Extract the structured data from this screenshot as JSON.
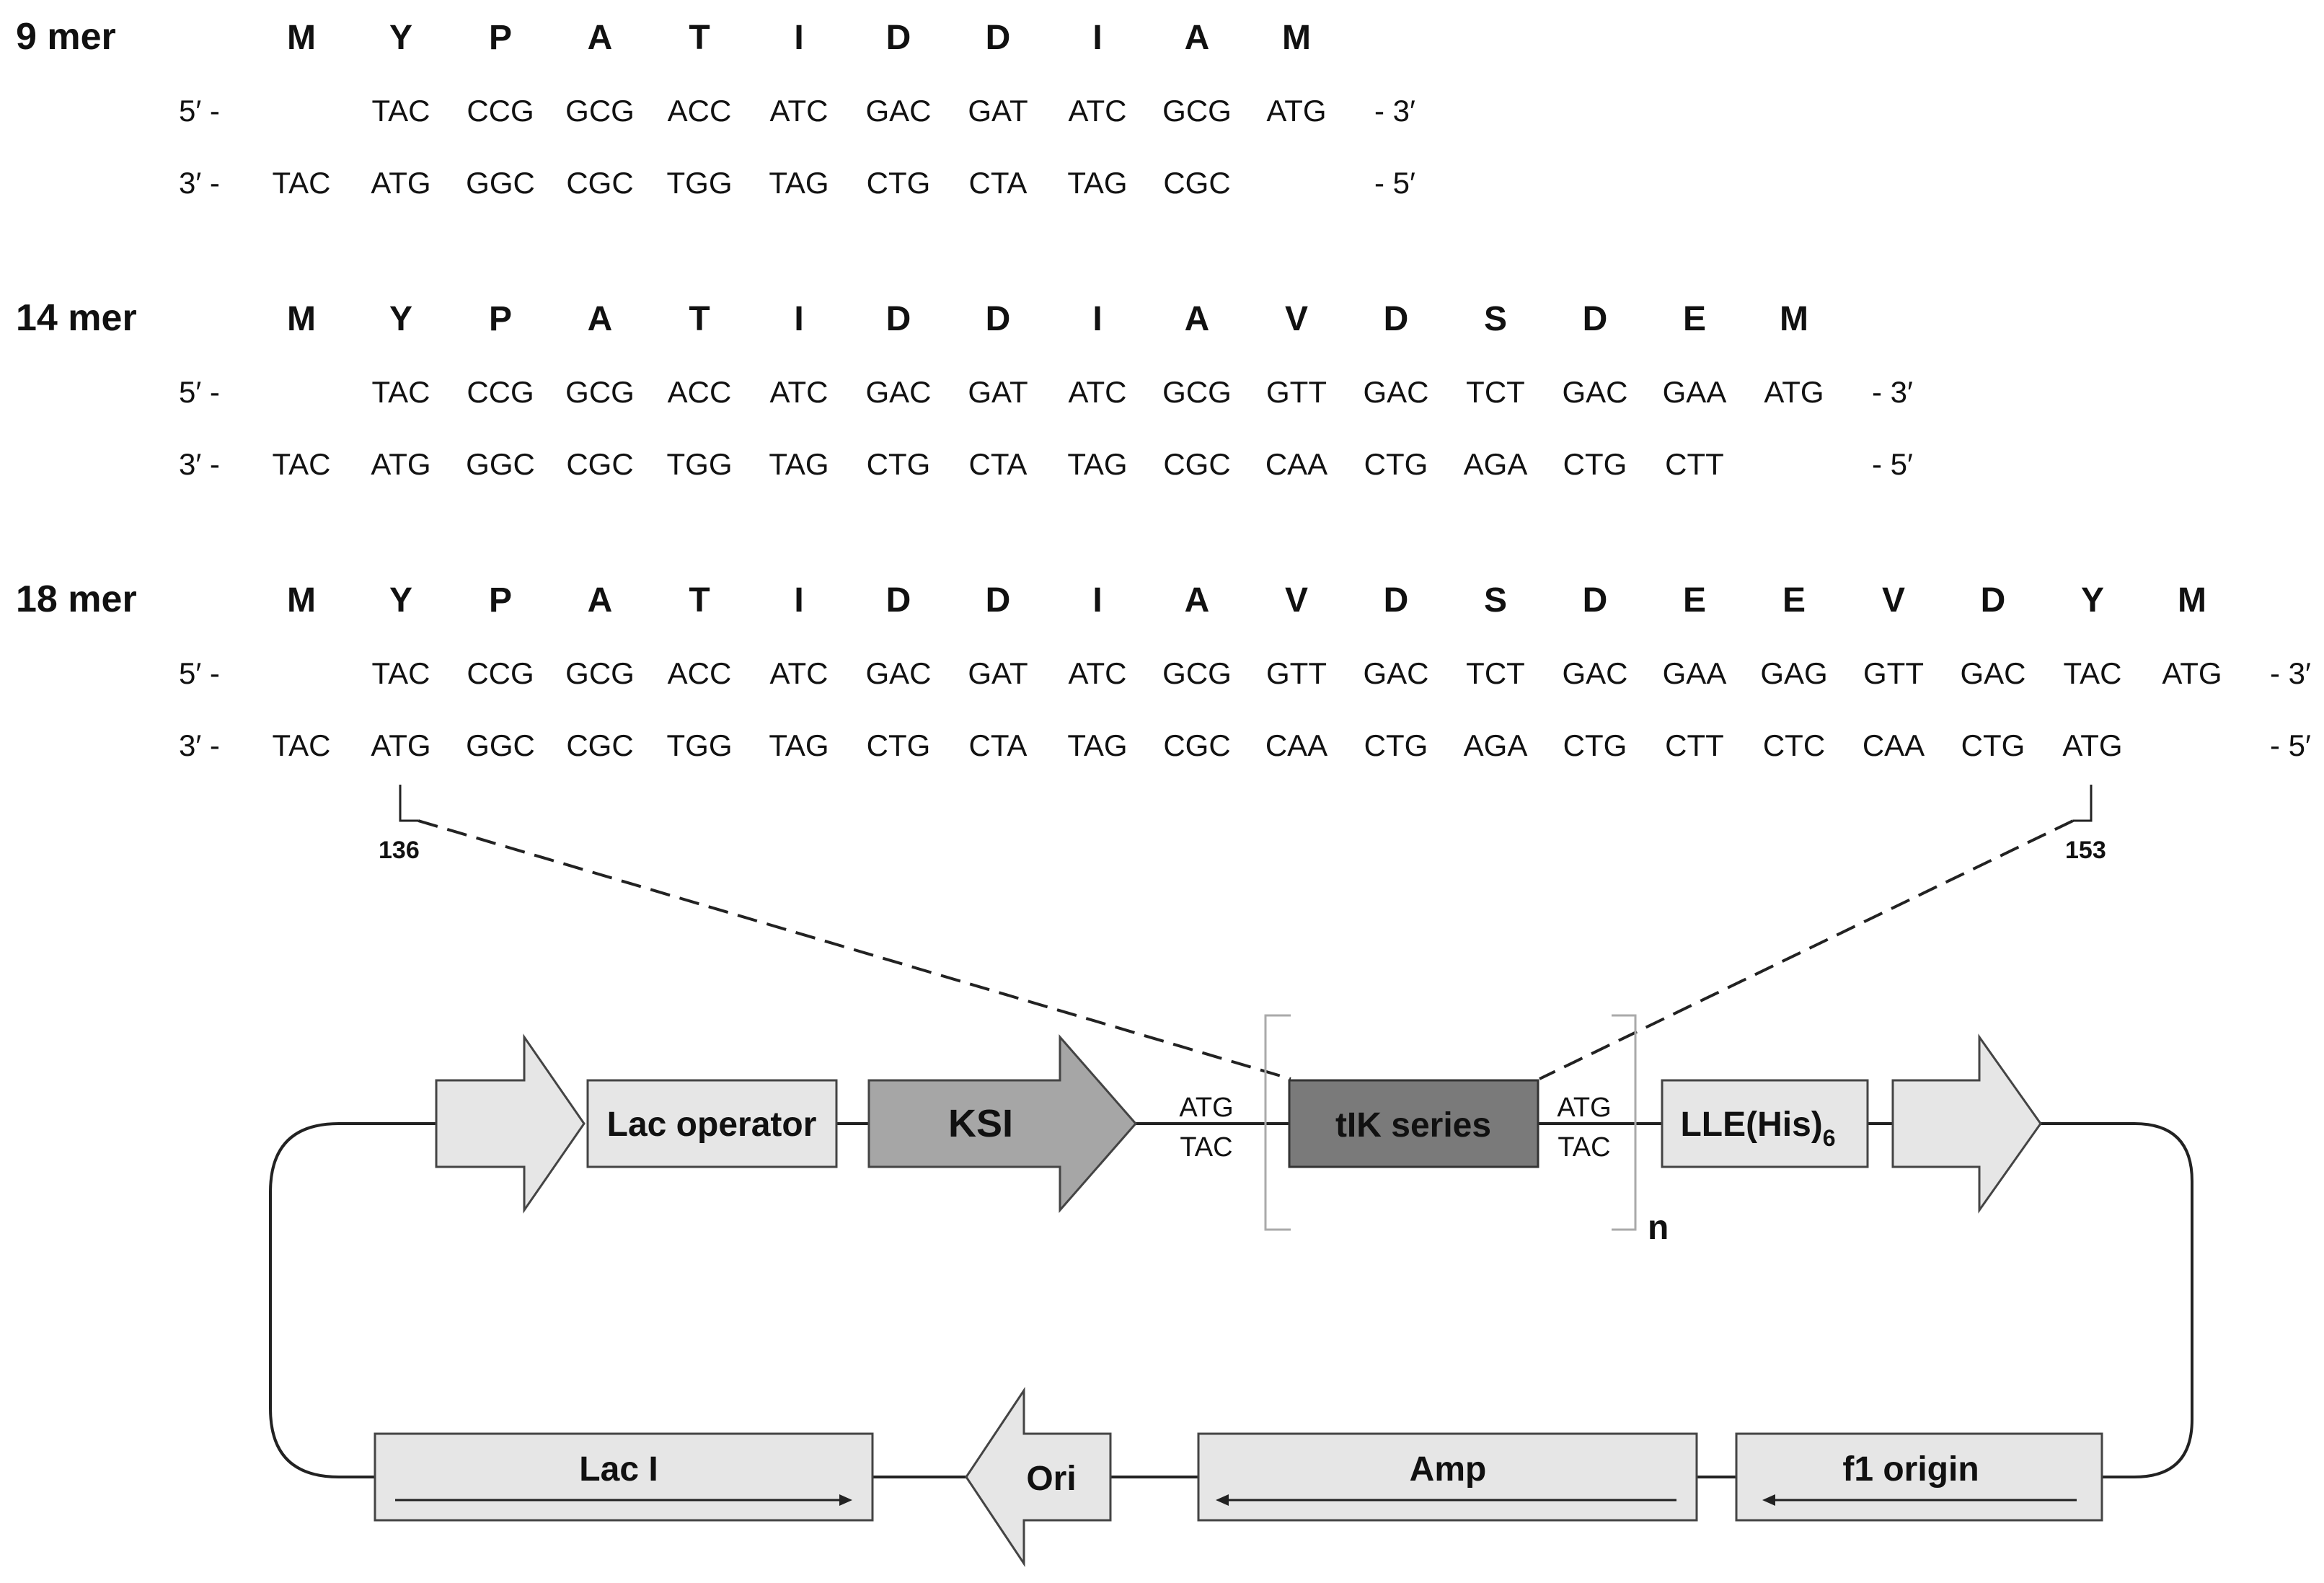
{
  "sections": [
    {
      "label": "9 mer",
      "amino_acids": [
        "M",
        "Y",
        "P",
        "A",
        "T",
        "I",
        "D",
        "D",
        "I",
        "A",
        "M"
      ],
      "top_start": "5′ -",
      "top_end": "- 3′",
      "top_codons": [
        "",
        "TAC",
        "CCG",
        "GCG",
        "ACC",
        "ATC",
        "GAC",
        "GAT",
        "ATC",
        "GCG",
        "ATG"
      ],
      "bottom_start": "3′ -",
      "bottom_end": "- 5′",
      "bottom_codons": [
        "TAC",
        "ATG",
        "GGC",
        "CGC",
        "TGG",
        "TAG",
        "CTG",
        "CTA",
        "TAG",
        "CGC",
        ""
      ]
    },
    {
      "label": "14 mer",
      "amino_acids": [
        "M",
        "Y",
        "P",
        "A",
        "T",
        "I",
        "D",
        "D",
        "I",
        "A",
        "V",
        "D",
        "S",
        "D",
        "E",
        "M"
      ],
      "top_start": "5′ -",
      "top_end": "- 3′",
      "top_codons": [
        "",
        "TAC",
        "CCG",
        "GCG",
        "ACC",
        "ATC",
        "GAC",
        "GAT",
        "ATC",
        "GCG",
        "GTT",
        "GAC",
        "TCT",
        "GAC",
        "GAA",
        "ATG"
      ],
      "bottom_start": "3′ -",
      "bottom_end": "- 5′",
      "bottom_codons": [
        "TAC",
        "ATG",
        "GGC",
        "CGC",
        "TGG",
        "TAG",
        "CTG",
        "CTA",
        "TAG",
        "CGC",
        "CAA",
        "CTG",
        "AGA",
        "CTG",
        "CTT",
        ""
      ]
    },
    {
      "label": "18 mer",
      "amino_acids": [
        "M",
        "Y",
        "P",
        "A",
        "T",
        "I",
        "D",
        "D",
        "I",
        "A",
        "V",
        "D",
        "S",
        "D",
        "E",
        "E",
        "V",
        "D",
        "Y",
        "M"
      ],
      "top_start": "5′ -",
      "top_end": "- 3′",
      "top_codons": [
        "",
        "TAC",
        "CCG",
        "GCG",
        "ACC",
        "ATC",
        "GAC",
        "GAT",
        "ATC",
        "GCG",
        "GTT",
        "GAC",
        "TCT",
        "GAC",
        "GAA",
        "GAG",
        "GTT",
        "GAC",
        "TAC",
        "ATG"
      ],
      "bottom_start": "3′ -",
      "bottom_end": "- 5′",
      "bottom_codons": [
        "TAC",
        "ATG",
        "GGC",
        "CGC",
        "TGG",
        "TAG",
        "CTG",
        "CTA",
        "TAG",
        "CGC",
        "CAA",
        "CTG",
        "AGA",
        "CTG",
        "CTT",
        "CTC",
        "CAA",
        "CTG",
        "ATG",
        ""
      ]
    }
  ],
  "positions": {
    "start": "136",
    "end": "153"
  },
  "plasmid": {
    "lac_operator": "Lac operator",
    "ksi": "KSI",
    "junction_left_top": "ATG",
    "junction_left_bottom": "TAC",
    "tik_series": "tIK series",
    "junction_right_top": "ATG",
    "junction_right_bottom": "TAC",
    "repeat_label": "n",
    "lle_his_main": "LLE(His)",
    "lle_his_sub": "6",
    "lac_i": "Lac I",
    "ori": "Ori",
    "amp": "Amp",
    "f1_origin": "f1 origin"
  },
  "colors": {
    "light_box": "#e6e6e6",
    "ksi_arrow": "#a6a6a6",
    "tik_box": "#7a7a7a",
    "outline": "#444444",
    "bracket": "#aaaaaa"
  }
}
